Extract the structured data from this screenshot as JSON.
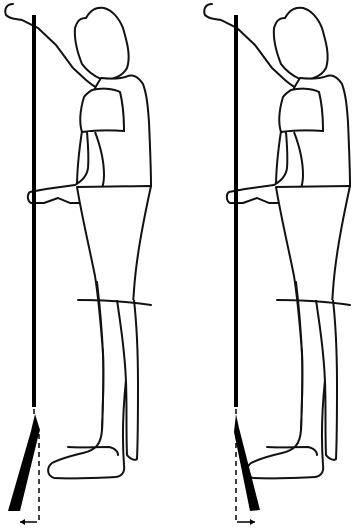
{
  "figure": {
    "panels": [
      {
        "id": "left",
        "arrow_direction": "left"
      },
      {
        "id": "right",
        "arrow_direction": "right"
      }
    ],
    "colors": {
      "background": "#ffffff",
      "outline": "#111111",
      "paddle": "#000000",
      "guide": "#000000"
    },
    "icons": [
      "person-outline",
      "paddle",
      "vertical-guide-line",
      "direction-arrow"
    ]
  }
}
